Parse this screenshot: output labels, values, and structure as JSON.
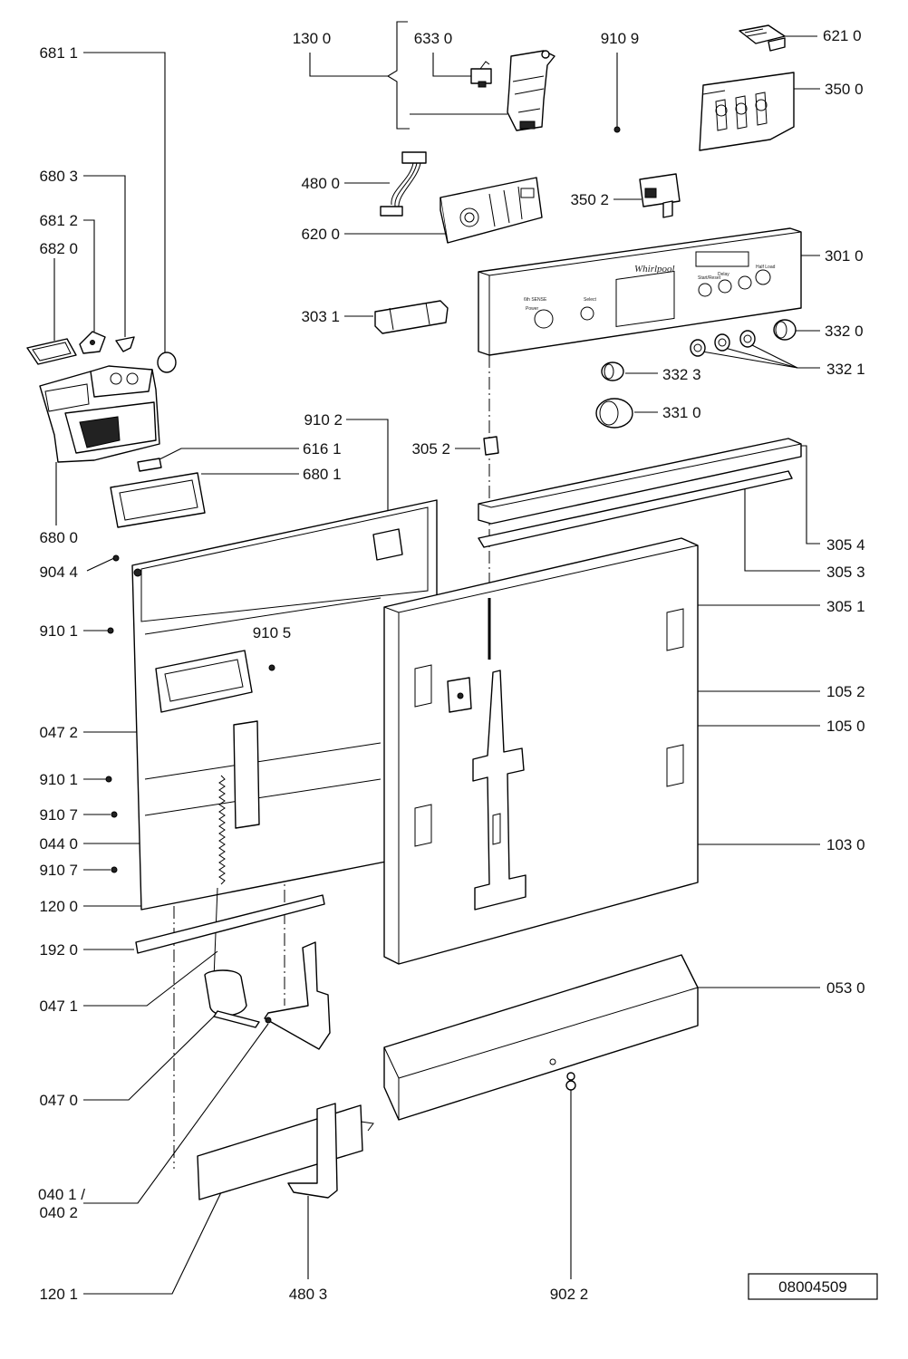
{
  "drawing_id": "08004509",
  "callouts": [
    {
      "key": "c6811",
      "label": "681 1"
    },
    {
      "key": "c1300",
      "label": "130 0"
    },
    {
      "key": "c6330",
      "label": "633 0"
    },
    {
      "key": "c9109",
      "label": "910 9"
    },
    {
      "key": "c6210",
      "label": "621 0"
    },
    {
      "key": "c3500",
      "label": "350 0"
    },
    {
      "key": "c6803",
      "label": "680 3"
    },
    {
      "key": "c4800",
      "label": "480 0"
    },
    {
      "key": "c3502",
      "label": "350 2"
    },
    {
      "key": "c6812",
      "label": "681 2"
    },
    {
      "key": "c6820",
      "label": "682 0"
    },
    {
      "key": "c6200",
      "label": "620 0"
    },
    {
      "key": "c3010",
      "label": "301 0"
    },
    {
      "key": "c3031",
      "label": "303 1"
    },
    {
      "key": "c3320",
      "label": "332 0"
    },
    {
      "key": "c3321",
      "label": "332 1"
    },
    {
      "key": "c3323",
      "label": "332 3"
    },
    {
      "key": "c3310",
      "label": "331 0"
    },
    {
      "key": "c9102",
      "label": "910 2"
    },
    {
      "key": "c6161",
      "label": "616 1"
    },
    {
      "key": "c3052",
      "label": "305 2"
    },
    {
      "key": "c6801",
      "label": "680 1"
    },
    {
      "key": "c6800",
      "label": "680 0"
    },
    {
      "key": "c3054",
      "label": "305 4"
    },
    {
      "key": "c9044",
      "label": "904 4"
    },
    {
      "key": "c3053",
      "label": "305 3"
    },
    {
      "key": "c3051",
      "label": "305 1"
    },
    {
      "key": "c9101a",
      "label": "910 1"
    },
    {
      "key": "c9105",
      "label": "910 5"
    },
    {
      "key": "c1052",
      "label": "105 2"
    },
    {
      "key": "c1050",
      "label": "105 0"
    },
    {
      "key": "c0472",
      "label": "047 2"
    },
    {
      "key": "c9101b",
      "label": "910 1"
    },
    {
      "key": "c9107a",
      "label": "910 7"
    },
    {
      "key": "c0440",
      "label": "044 0"
    },
    {
      "key": "c1030",
      "label": "103 0"
    },
    {
      "key": "c9107b",
      "label": "910 7"
    },
    {
      "key": "c1200",
      "label": "120 0"
    },
    {
      "key": "c1920",
      "label": "192 0"
    },
    {
      "key": "c0530",
      "label": "053 0"
    },
    {
      "key": "c0471",
      "label": "047 1"
    },
    {
      "key": "c0470",
      "label": "047 0"
    },
    {
      "key": "c0401",
      "label": "040 1 /"
    },
    {
      "key": "c0402",
      "label": "040 2"
    },
    {
      "key": "c1201",
      "label": "120 1"
    },
    {
      "key": "c4803",
      "label": "480 3"
    },
    {
      "key": "c9022",
      "label": "902 2"
    }
  ],
  "panel_text": {
    "brand": "Whirlpool",
    "small_1": "6th SENSE",
    "small_2": "Power",
    "small_3": "Select",
    "small_4": "Start/Reset",
    "small_5": "Delay",
    "small_6": "Half Load"
  }
}
